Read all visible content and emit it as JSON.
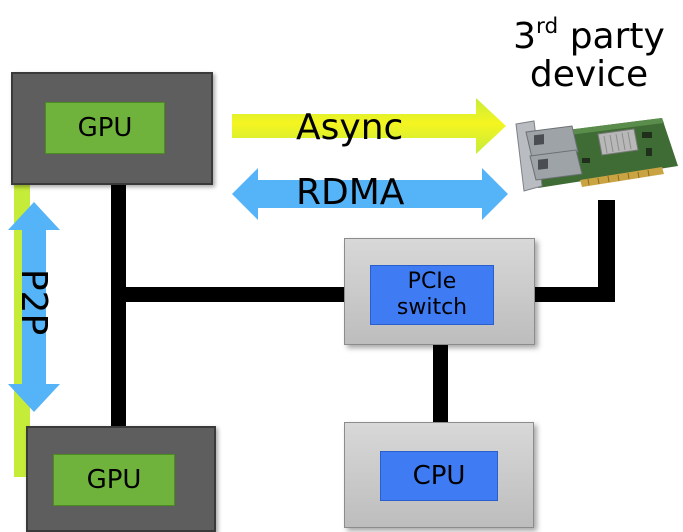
{
  "gpu_top": {
    "label": "GPU"
  },
  "gpu_bottom": {
    "label": "GPU"
  },
  "pcie_switch": {
    "line1": "PCIe",
    "line2": "switch"
  },
  "cpu": {
    "label": "CPU"
  },
  "third_party": {
    "ordinal": "3",
    "suffix": "rd",
    "rest": " party",
    "line2": "device"
  },
  "arrows": {
    "async": "Async",
    "rdma": "RDMA",
    "p2p": "P2P"
  },
  "colors": {
    "gpu_green": "#6fb33c",
    "gpu_frame": "#5e5e5e",
    "chip_blue": "#3f7cf3",
    "box_gray": "#c9c9c9",
    "async_yellow": "#f5f520",
    "async_green": "#c6ec3a",
    "rdma_blue": "#55b4f7",
    "p2p_blue": "#55b4f7",
    "p2p_green": "#c6ec3a"
  }
}
